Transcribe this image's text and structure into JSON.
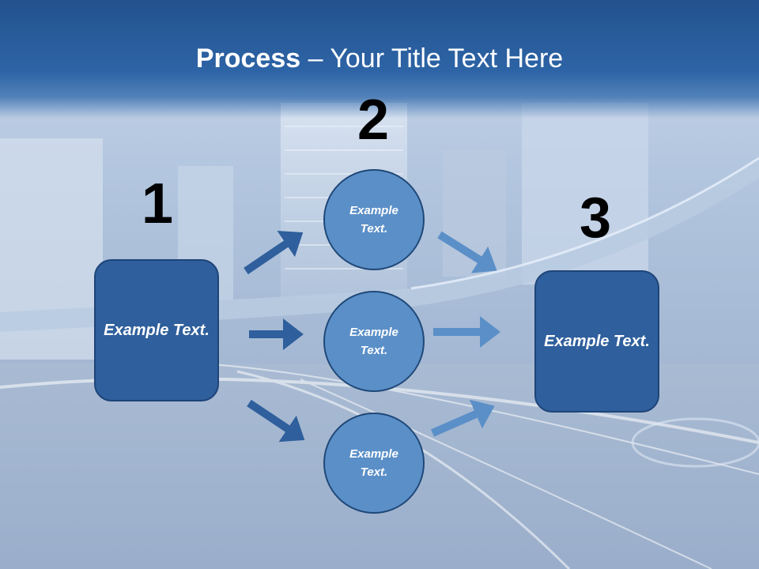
{
  "title": {
    "bold": "Process",
    "rest": " – Your Title Text Here"
  },
  "steps": [
    {
      "number": "1",
      "label": "Example Text."
    },
    {
      "number": "2",
      "label": "Example Text."
    },
    {
      "number": "3",
      "label": "Example Text."
    }
  ],
  "circles": [
    {
      "label": "Example Text."
    },
    {
      "label": "Example Text."
    },
    {
      "label": "Example Text."
    }
  ],
  "colors": {
    "header": "#2d64a6",
    "box_fill": "#2f5f9c",
    "circle_fill": "#5b8fc7",
    "left_arrows": "#2f5f9c",
    "right_arrows": "#5b8fc7"
  }
}
